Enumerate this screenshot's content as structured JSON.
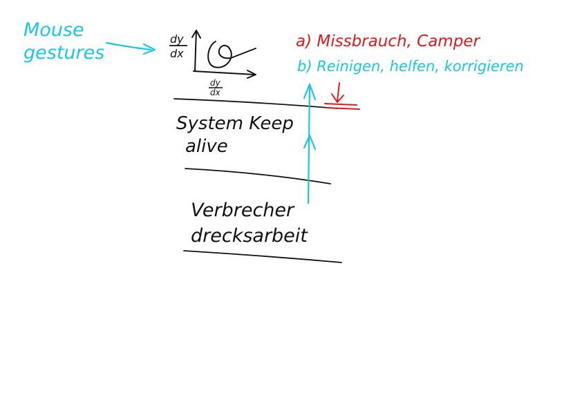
{
  "colors": {
    "background": "#ffffff",
    "ink_black": "#111111",
    "ink_cyan": "#18c6e8",
    "ink_red": "#e01818"
  },
  "annotations": {
    "mouse_gestures_line1": "Mouse",
    "mouse_gestures_line2": "gestures",
    "dy_dx_top_num": "dy",
    "dy_dx_top_den": "dx",
    "dy_dx_bottom_num": "dy",
    "dy_dx_bottom_den": "dx",
    "item_a": "a) Missbrauch, Camper",
    "item_b": "b) Reinigen, helfen, korrigieren",
    "system_line1": "System Keep",
    "system_line2": "alive",
    "verbrecher_line1": "Verbrecher",
    "verbrecher_line2": "drecksarbeit"
  }
}
